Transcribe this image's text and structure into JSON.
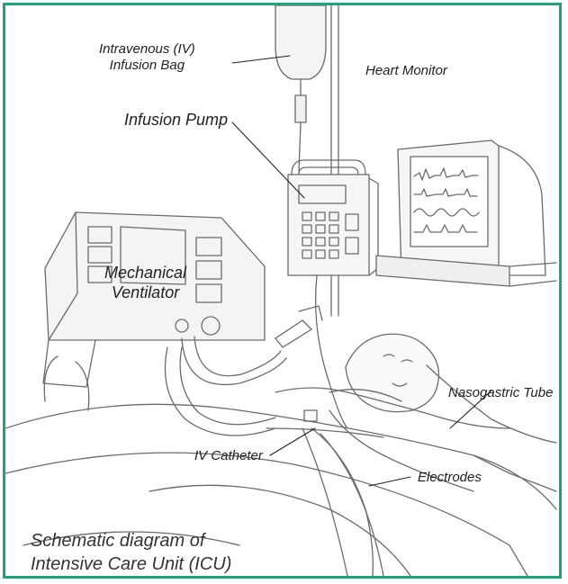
{
  "labels": {
    "iv_bag_line1": "Intravenous (IV)",
    "iv_bag_line2": "Infusion Bag",
    "heart_monitor": "Heart Monitor",
    "infusion_pump": "Infusion Pump",
    "ventilator_line1": "Mechanical",
    "ventilator_line2": "Ventilator",
    "nasogastric_tube": "Nasogastric Tube",
    "iv_catheter": "IV Catheter",
    "electrodes": "Electrodes"
  },
  "caption": {
    "line1": "Schematic diagram of",
    "line2": "Intensive Care Unit (ICU)"
  },
  "colors": {
    "border": "#1fa37a",
    "sketch": "#6b6b6b",
    "text": "#222222"
  }
}
